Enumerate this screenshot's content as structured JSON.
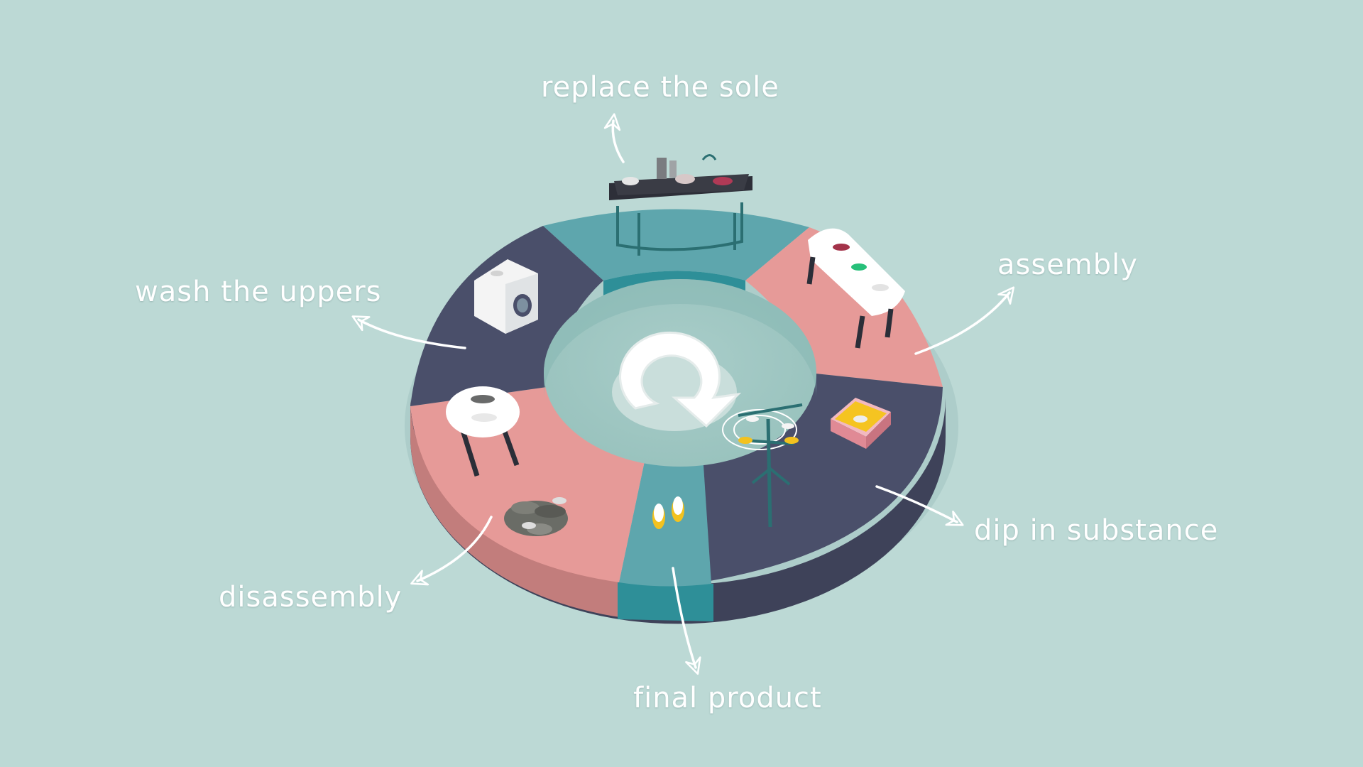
{
  "labels": {
    "replace_the_sole": "replace the sole",
    "wash_the_uppers": "wash the uppers",
    "assembly": "assembly",
    "dip_in_substance": "dip in substance",
    "disassembly": "disassembly",
    "final_product": "final product"
  },
  "colors": {
    "background": "#bcd9d5",
    "teal": "#5ea6ad",
    "navy": "#4a4f6a",
    "pink": "#e69a98",
    "arrow": "#ffffff"
  }
}
